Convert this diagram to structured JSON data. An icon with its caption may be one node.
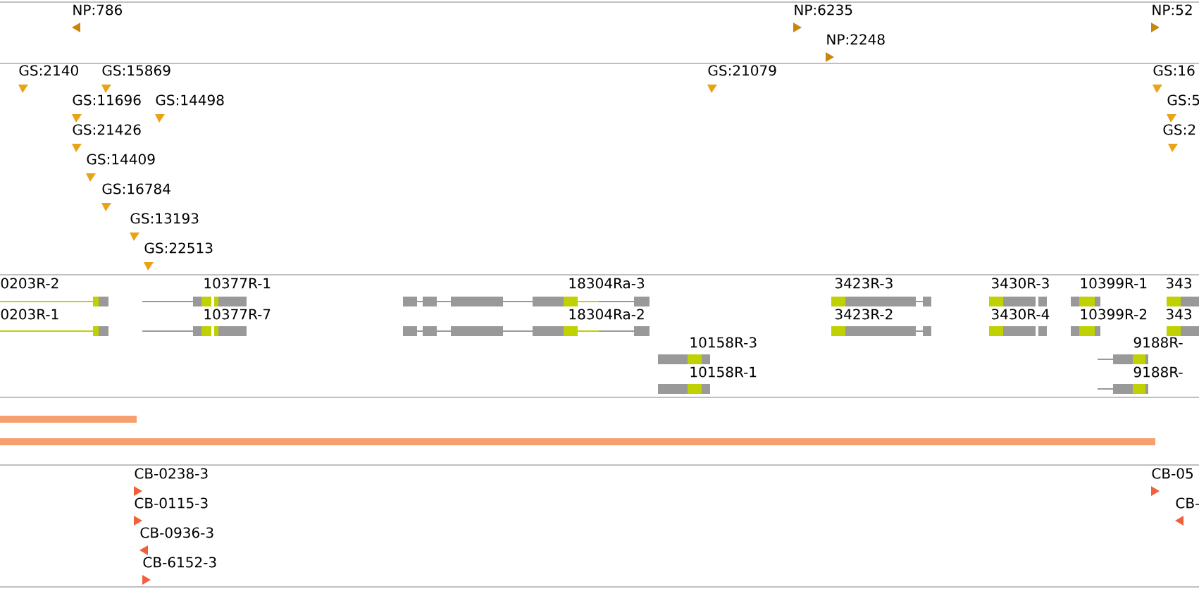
{
  "diagram": {
    "labels": [
      "NP:786",
      "NP:6235",
      "NP:52",
      "NP:2248",
      "GS:2140",
      "GS:15869",
      "GS:21079",
      "GS:16",
      "GS:11696",
      "GS:14498",
      "GS:5",
      "GS:21426",
      "GS:2",
      "GS:14409",
      "GS:16784",
      "GS:13193",
      "GS:22513",
      "0203R-2",
      "10377R-1",
      "18304Ra-3",
      "3423R-3",
      "3430R-3",
      "10399R-1",
      "343",
      "0203R-1",
      "10377R-7",
      "18304Ra-2",
      "3423R-2",
      "3430R-4",
      "10399R-2",
      "343",
      "10158R-3",
      "9188R-",
      "10158R-1",
      "9188R-",
      "CB-0238-3",
      "CB-05",
      "CB-0115-3",
      "CB-",
      "CB-0936-3",
      "CB-6152-3"
    ]
  }
}
